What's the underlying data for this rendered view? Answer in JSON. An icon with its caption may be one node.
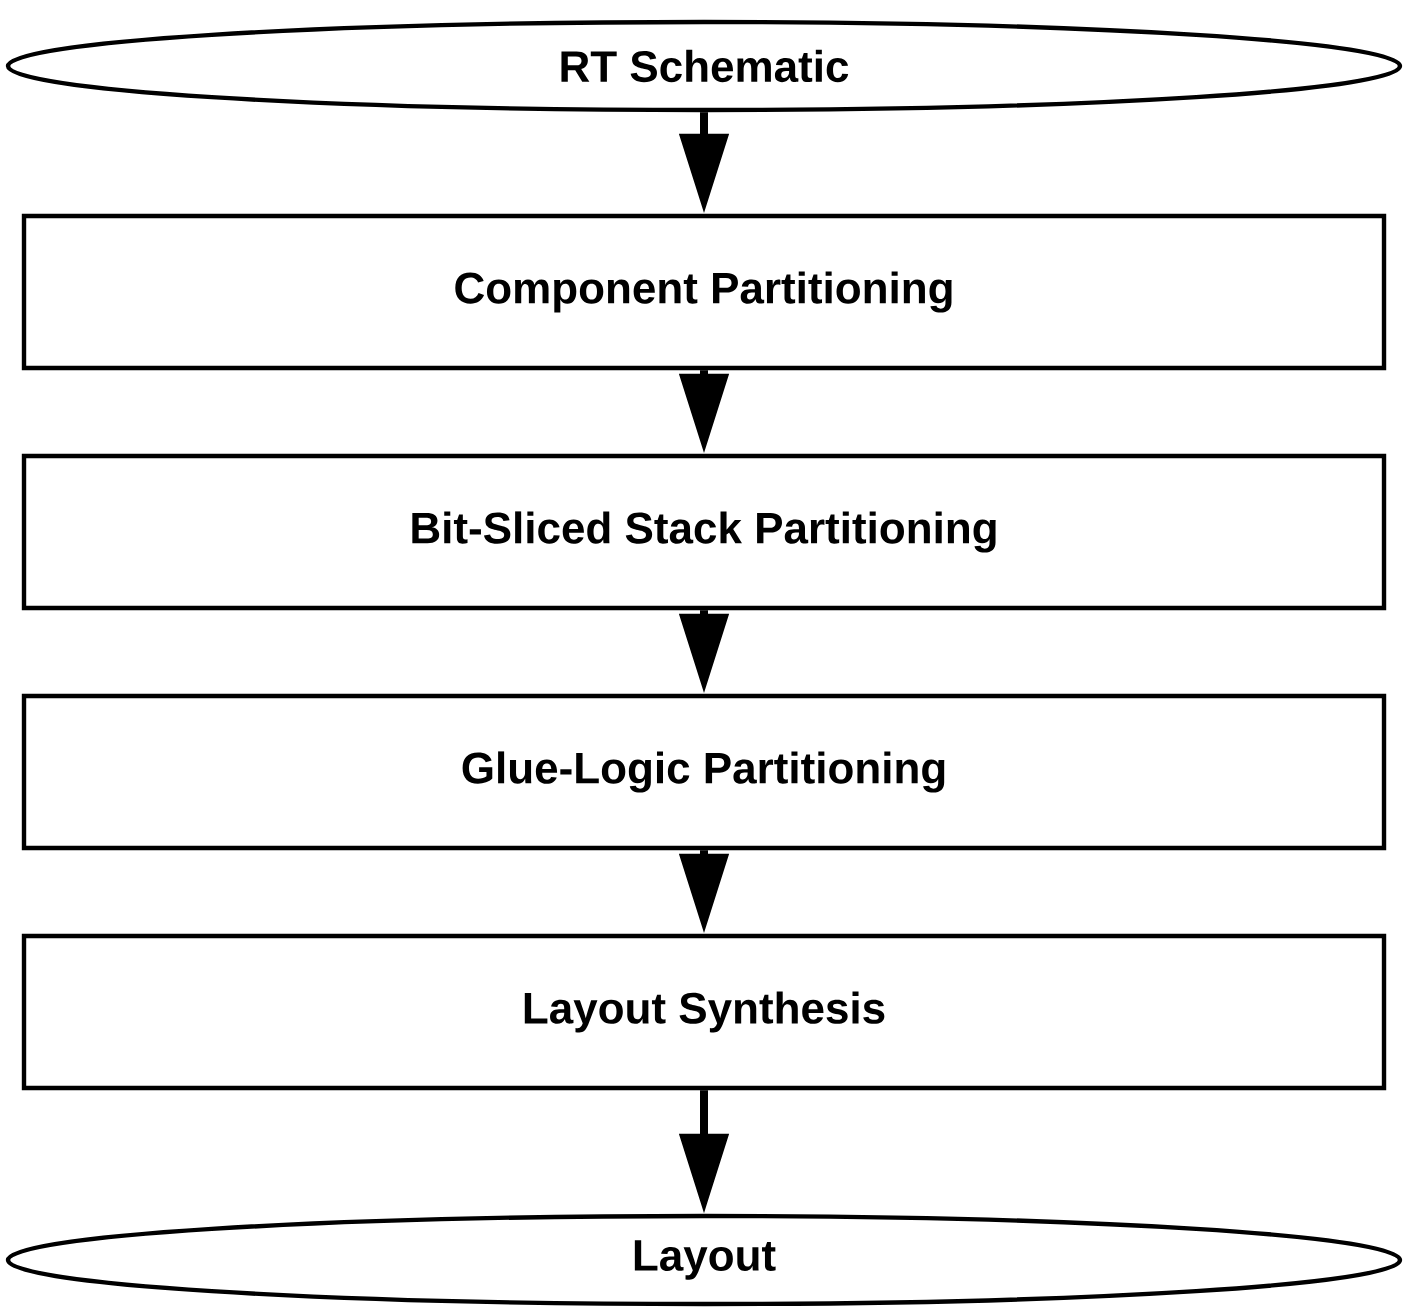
{
  "diagram": {
    "nodes": [
      {
        "text": [
          "RT Schematic"
        ]
      },
      {
        "text": [
          "Component Partitioning"
        ]
      },
      {
        "text": [
          "Bit-Sliced Stack Partitioning"
        ]
      },
      {
        "text": [
          "Glue-Logic Partitioning"
        ]
      },
      {
        "text": [
          "Layout Synthesis"
        ]
      },
      {
        "text": [
          "Layout"
        ]
      }
    ],
    "edges": [
      {
        "from": 0,
        "to": 1,
        "arrow": "to"
      },
      {
        "from": 1,
        "to": 2,
        "arrow": "to"
      },
      {
        "from": 2,
        "to": 3,
        "arrow": "to"
      },
      {
        "from": 3,
        "to": 4,
        "arrow": "to"
      },
      {
        "from": 4,
        "to": 5,
        "arrow": "to"
      }
    ]
  }
}
